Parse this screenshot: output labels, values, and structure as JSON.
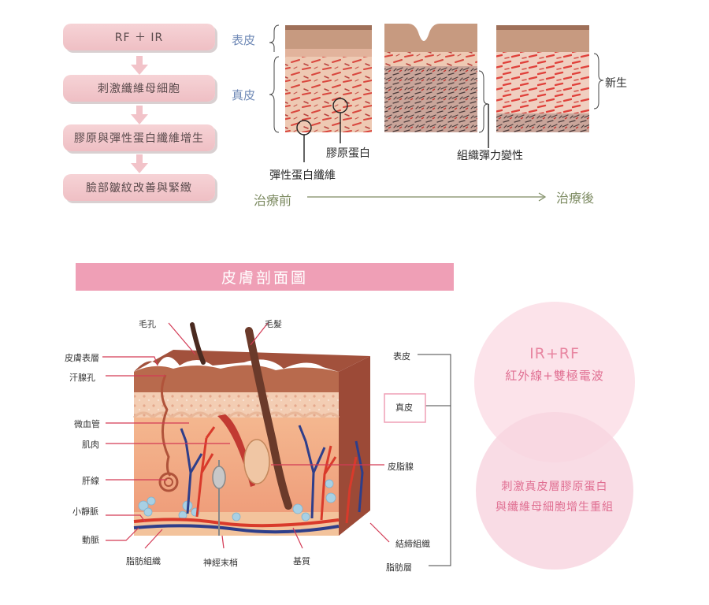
{
  "flowchart": {
    "steps": [
      "RF ＋ IR",
      "刺激纖維母細胞",
      "膠原與彈性蛋白纖維增生",
      "臉部皺紋改善與緊緻"
    ]
  },
  "layers_top": {
    "epidermis": "表皮",
    "dermis": "真皮",
    "collagen": "膠原蛋白",
    "elastic_fiber": "彈性蛋白纖維",
    "tissue_change": "組織彈力變性",
    "new_growth": "新生",
    "before": "治療前",
    "after": "治療後"
  },
  "section_title": "皮膚剖面圖",
  "cross_section": {
    "left_labels": [
      "皮膚表層",
      "汗腺孔",
      "微血管",
      "肌肉",
      "肝線",
      "小靜脈",
      "動脈"
    ],
    "top_labels": [
      "毛孔",
      "毛髮"
    ],
    "bottom_labels": [
      "脂肪組織",
      "神經末梢",
      "基質"
    ],
    "right_labels": {
      "epidermis": "表皮",
      "dermis": "真皮",
      "sebaceous": "皮脂腺",
      "connective": "結締組織",
      "fat_layer": "脂肪層"
    }
  },
  "venn": {
    "top_title": "IR+RF",
    "top_sub": "紅外線+雙極電波",
    "bottom_line1": "刺激真皮層膠原蛋白",
    "bottom_line2": "與纖維母細胞增生重組"
  },
  "colors": {
    "flow_box": "#f0c4c9",
    "section_bar": "#ef9fb6",
    "circle_pink": "#fbdee6",
    "accent_text": "#e06f92",
    "label_blue": "#6f89b6",
    "label_green": "#7d8b62"
  }
}
